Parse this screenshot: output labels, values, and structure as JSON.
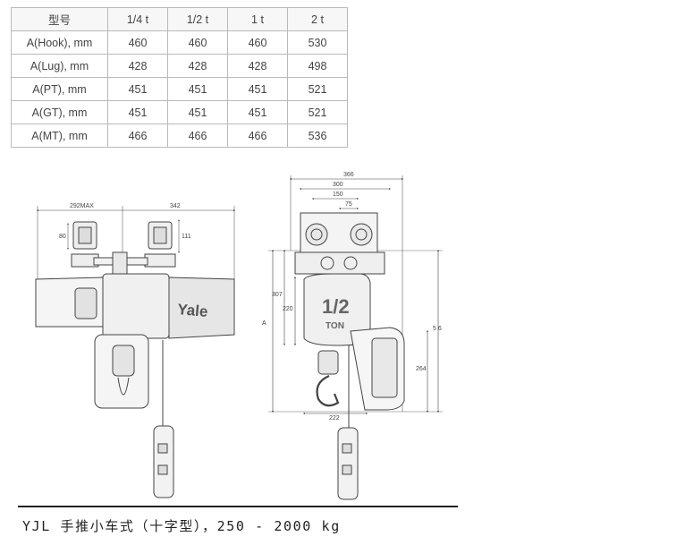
{
  "table": {
    "headers": [
      "型号",
      "1/4 t",
      "1/2 t",
      "1 t",
      "2 t"
    ],
    "rows": [
      [
        "A(Hook), mm",
        "460",
        "460",
        "460",
        "530"
      ],
      [
        "A(Lug), mm",
        "428",
        "428",
        "428",
        "498"
      ],
      [
        "A(PT), mm",
        "451",
        "451",
        "451",
        "521"
      ],
      [
        "A(GT), mm",
        "451",
        "451",
        "451",
        "521"
      ],
      [
        "A(MT), mm",
        "466",
        "466",
        "466",
        "536"
      ]
    ]
  },
  "drawing": {
    "left_dims": {
      "d1": "292MAX",
      "d2": "342",
      "d3": "80",
      "d4": "111"
    },
    "brand": "Yale",
    "right_dims": {
      "d1": "366",
      "d2": "300",
      "d3": "150",
      "d4": "75",
      "d5": "307",
      "d6": "220",
      "d7": "A",
      "d8": "5 6",
      "d9": "264",
      "d10": "222"
    },
    "capacity_label": "1/2",
    "ton_label": "TON"
  },
  "caption": "YJL 手推小车式（十字型），250 - 2000 kg"
}
